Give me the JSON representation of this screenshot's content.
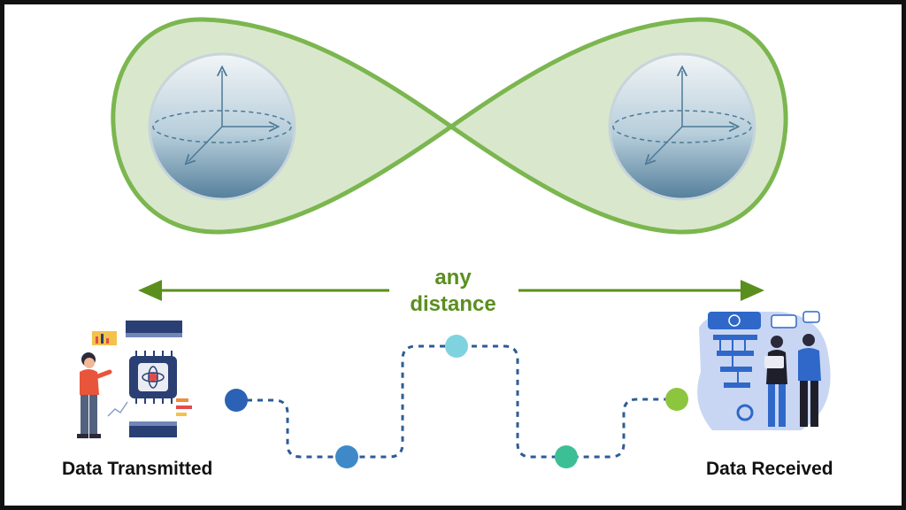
{
  "caption": {
    "distance_line1": "any",
    "distance_line2": "distance",
    "left_label": "Data Transmitted",
    "right_label": "Data Received"
  },
  "icons": {
    "entangled_sphere_left": "bloch-sphere-icon",
    "entangled_sphere_right": "bloch-sphere-icon",
    "transmitter": "scientist-with-quantum-chip-illustration",
    "receiver": "researchers-with-quantum-computer-illustration"
  },
  "colors": {
    "lemniscate_fill": "#d9e8cc",
    "lemniscate_stroke": "#7bb64f",
    "arrow": "#5a8f1e",
    "path_dash": "#2d5c96",
    "node_1": "#2b62b5",
    "node_2": "#3f89c9",
    "node_3": "#7fd3df",
    "node_4": "#3dbf96",
    "node_5": "#8cc63f"
  }
}
